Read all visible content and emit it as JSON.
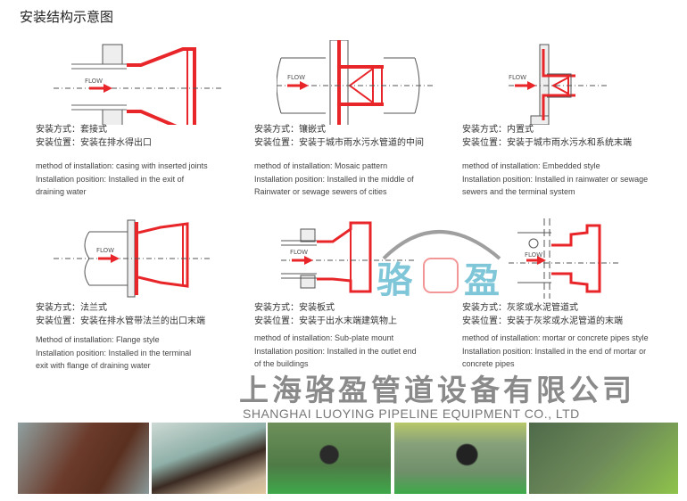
{
  "title": "安装结构示意图",
  "flow_label": "FLOW",
  "items": [
    {
      "cn_method": "安装方式：套接式",
      "cn_position": "安装位置：安装在排水得出口",
      "en": [
        "method of installation: casing with inserted joints",
        "Installation position: Installed in the exit of",
        "draining water"
      ]
    },
    {
      "cn_method": "安装方式：镶嵌式",
      "cn_position": "安装位置：安装于城市雨水污水管道的中间",
      "en": [
        "method of installation: Mosaic pattern",
        "Installation position: Installed in the middle of",
        "Rainwater or sewage sewers of cities"
      ]
    },
    {
      "cn_method": "安装方式：内置式",
      "cn_position": "安装位置：安装于城市雨水污水和系统末端",
      "en": [
        "method of installation: Embedded style",
        "Installation position: Installed in rainwater or sewage",
        "sewers and the terminal system"
      ]
    },
    {
      "cn_method": "安装方式：法兰式",
      "cn_position": "安装位置：安装在排水管带法兰的出口末端",
      "en": [
        "Method of installation: Flange style",
        "Installation position: Installed in the terminal",
        "exit with flange of draining water"
      ]
    },
    {
      "cn_method": "安装方式：安装板式",
      "cn_position": "安装位置：安装于出水末端建筑物上",
      "en": [
        "method of installation: Sub-plate mount",
        "Installation position: Installed in the outlet end",
        "of the buildings"
      ]
    },
    {
      "cn_method": "安装方式：灰浆或水泥管道式",
      "cn_position": "安装位置：安装于灰浆或水泥管道的末端",
      "en": [
        "method of installation: mortar or concrete pipes style",
        "Installation position: Installed in the end of mortar or",
        "concrete pipes"
      ]
    }
  ],
  "watermark": {
    "logo": "骆盈",
    "company_cn": "上海骆盈管道设备有限公司",
    "company_en": "SHANGHAI LUOYING PIPELINE EQUIPMENT CO., LTD"
  },
  "colors": {
    "accent": "#e8262a",
    "logo_blue": "#5fb8cf"
  }
}
